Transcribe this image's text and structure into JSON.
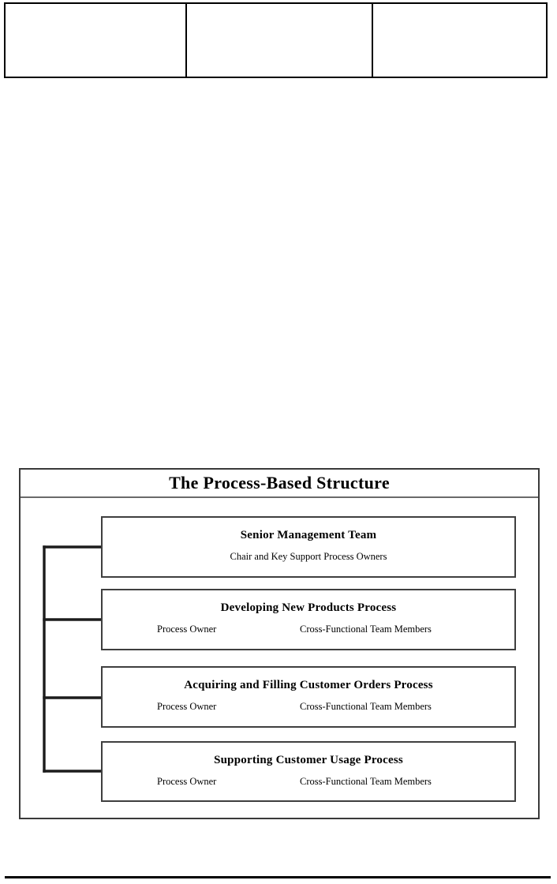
{
  "header_table": {
    "rows": 1,
    "columns": 3,
    "cells": [
      "",
      "",
      ""
    ]
  },
  "figure": {
    "title": "The Process-Based Structure",
    "boxes": [
      {
        "title": "Senior Management Team",
        "subtitle": "Chair and Key Support Process Owners",
        "role_owner": "",
        "role_team": ""
      },
      {
        "title": "Developing New Products Process",
        "subtitle": "",
        "role_owner": "Process Owner",
        "role_team": "Cross-Functional Team Members"
      },
      {
        "title": "Acquiring and Filling Customer Orders Process",
        "subtitle": "",
        "role_owner": "Process Owner",
        "role_team": "Cross-Functional Team Members"
      },
      {
        "title": "Supporting Customer Usage Process",
        "subtitle": "",
        "role_owner": "Process Owner",
        "role_team": "Cross-Functional Team Members"
      }
    ],
    "connector": {
      "style": "bracket",
      "branch_count": 4
    }
  },
  "colors": {
    "ink": "#000000",
    "frame": "#3a3a3a",
    "box_border": "#3f3f3f",
    "divider": "#6a6a6a",
    "page_background": "#ffffff"
  }
}
